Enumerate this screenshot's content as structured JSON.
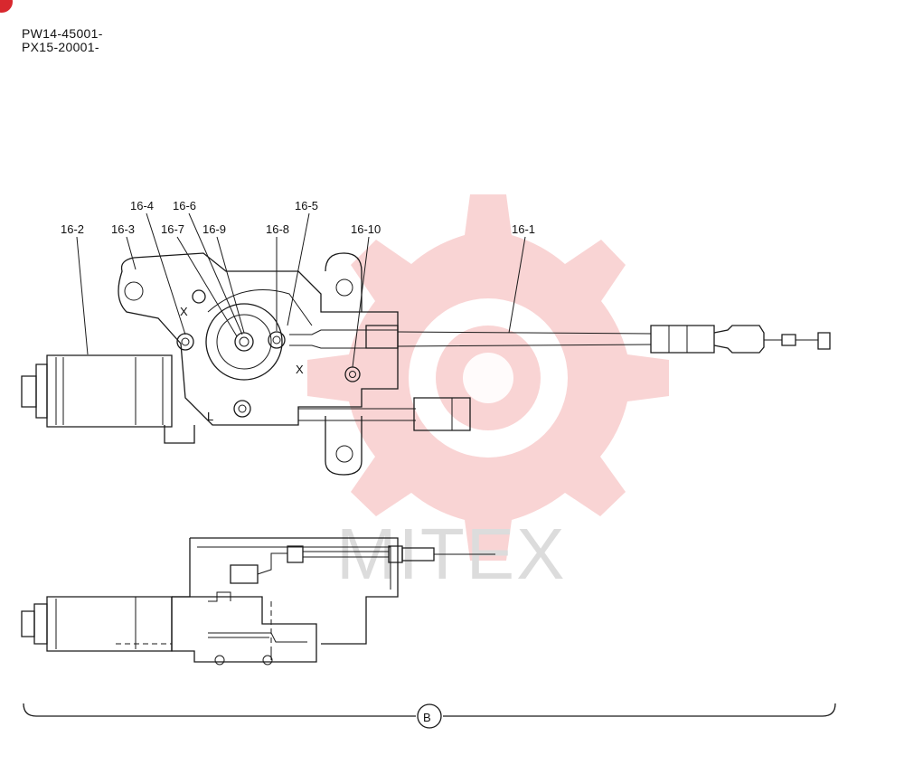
{
  "serial_numbers": [
    "PW14-45001-",
    "PX15-20001-"
  ],
  "callouts": [
    {
      "id": "c16-2",
      "text": "16-2"
    },
    {
      "id": "c16-3",
      "text": "16-3"
    },
    {
      "id": "c16-4",
      "text": "16-4"
    },
    {
      "id": "c16-6",
      "text": "16-6"
    },
    {
      "id": "c16-7",
      "text": "16-7"
    },
    {
      "id": "c16-9",
      "text": "16-9"
    },
    {
      "id": "c16-8",
      "text": "16-8"
    },
    {
      "id": "c16-5",
      "text": "16-5"
    },
    {
      "id": "c16-10",
      "text": "16-10"
    },
    {
      "id": "c16-1",
      "text": "16-1"
    }
  ],
  "part_marks": {
    "x1": "X",
    "x2": "X",
    "l": "L"
  },
  "view_label": "B",
  "watermark": {
    "text": "MITEX",
    "color": "#f5b8b8"
  },
  "colors": {
    "line": "#1a1a1a",
    "watermark_gear": "#f5b8b8",
    "badge": "#d8282e"
  }
}
